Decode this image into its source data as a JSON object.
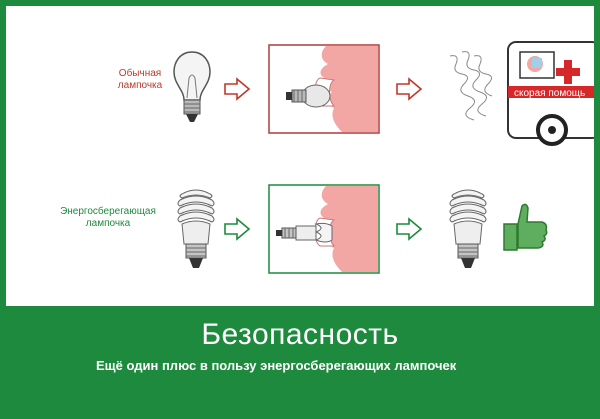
{
  "rows": {
    "incandescent": {
      "label_line1": "Обычная",
      "label_line2": "лампочка"
    },
    "energy_saving": {
      "label_line1": "Энергосберегающая",
      "label_line2": "лампочка"
    }
  },
  "ambulance": {
    "text": "скорая помощь"
  },
  "banner": {
    "title": "Безопасность",
    "subtitle": "Ещё один плюс в пользу энергосберегающих лампочек"
  },
  "colors": {
    "green": "#1e8a3e",
    "red": "#c0392b",
    "skin": "#f2a7a5"
  },
  "icons": [
    "light-bulb-icon",
    "cfl-bulb-icon",
    "arrow-right-icon",
    "ambulance-icon",
    "thumbs-up-icon",
    "mouth-icon"
  ]
}
